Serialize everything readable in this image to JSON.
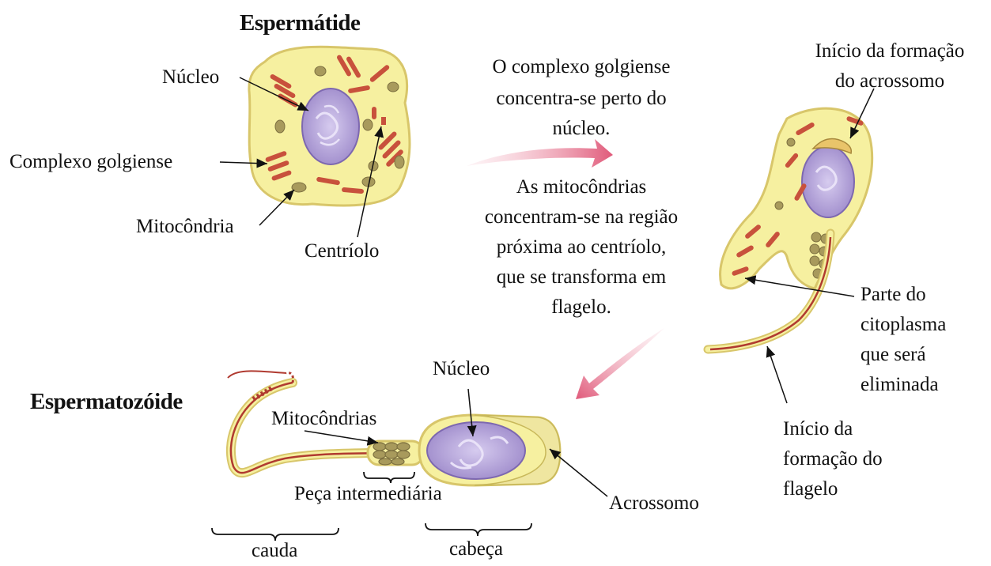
{
  "titles": {
    "spermatid": "Espermátide",
    "spermatozoon": "Espermatozóide"
  },
  "spermatid_labels": {
    "nucleus": "Núcleo",
    "golgi": "Complexo golgiense",
    "mitochondrion": "Mitocôndria",
    "centriole": "Centríolo"
  },
  "middle_text": {
    "golgi_line1": "O complexo golgiense",
    "golgi_line2": "concentra-se perto do",
    "golgi_line3": "núcleo.",
    "mito_line1": "As mitocôndrias",
    "mito_line2": "concentram-se na região",
    "mito_line3": "próxima ao centríolo,",
    "mito_line4": "que se transforma em",
    "mito_line5": "flagelo."
  },
  "developing_labels": {
    "acrosome_start_line1": "Início da formação",
    "acrosome_start_line2": "do acrossomo",
    "cytoplasm_line1": "Parte do",
    "cytoplasm_line2": "citoplasma",
    "cytoplasm_line3": "que será",
    "cytoplasm_line4": "eliminada",
    "flagellum_start_line1": "Início da",
    "flagellum_start_line2": "formação do",
    "flagellum_start_line3": "flagelo"
  },
  "spermatozoon_labels": {
    "nucleus": "Núcleo",
    "mitochondria": "Mitocôndrias",
    "middle_piece": "Peça intermediária",
    "acrosome": "Acrossomo",
    "tail": "cauda",
    "head": "cabeça"
  },
  "colors": {
    "cytoplasm": "#f6f0a0",
    "cell_border": "#d8c66a",
    "nucleus": "#b8a6dc",
    "golgi": "#c8513c",
    "mitochondria": "#a89a5c",
    "arrow": "#e87a92"
  }
}
